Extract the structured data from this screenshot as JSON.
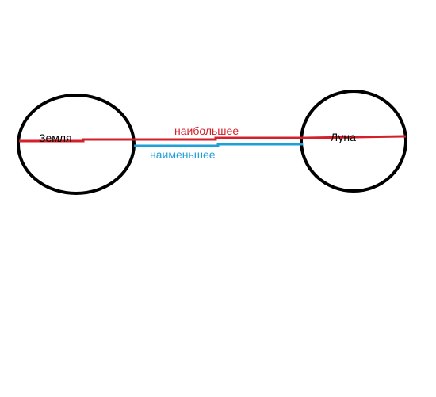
{
  "labels": {
    "earth": "Земля",
    "moon": "Луна",
    "max_distance": "наибольшее",
    "min_distance": "наименьшее"
  },
  "colors": {
    "outline": "#000000",
    "max_line": "#d4202a",
    "min_line": "#1ba1d8",
    "max_text": "#d4202a",
    "min_text": "#1ba1d8",
    "body_text": "#000000"
  }
}
